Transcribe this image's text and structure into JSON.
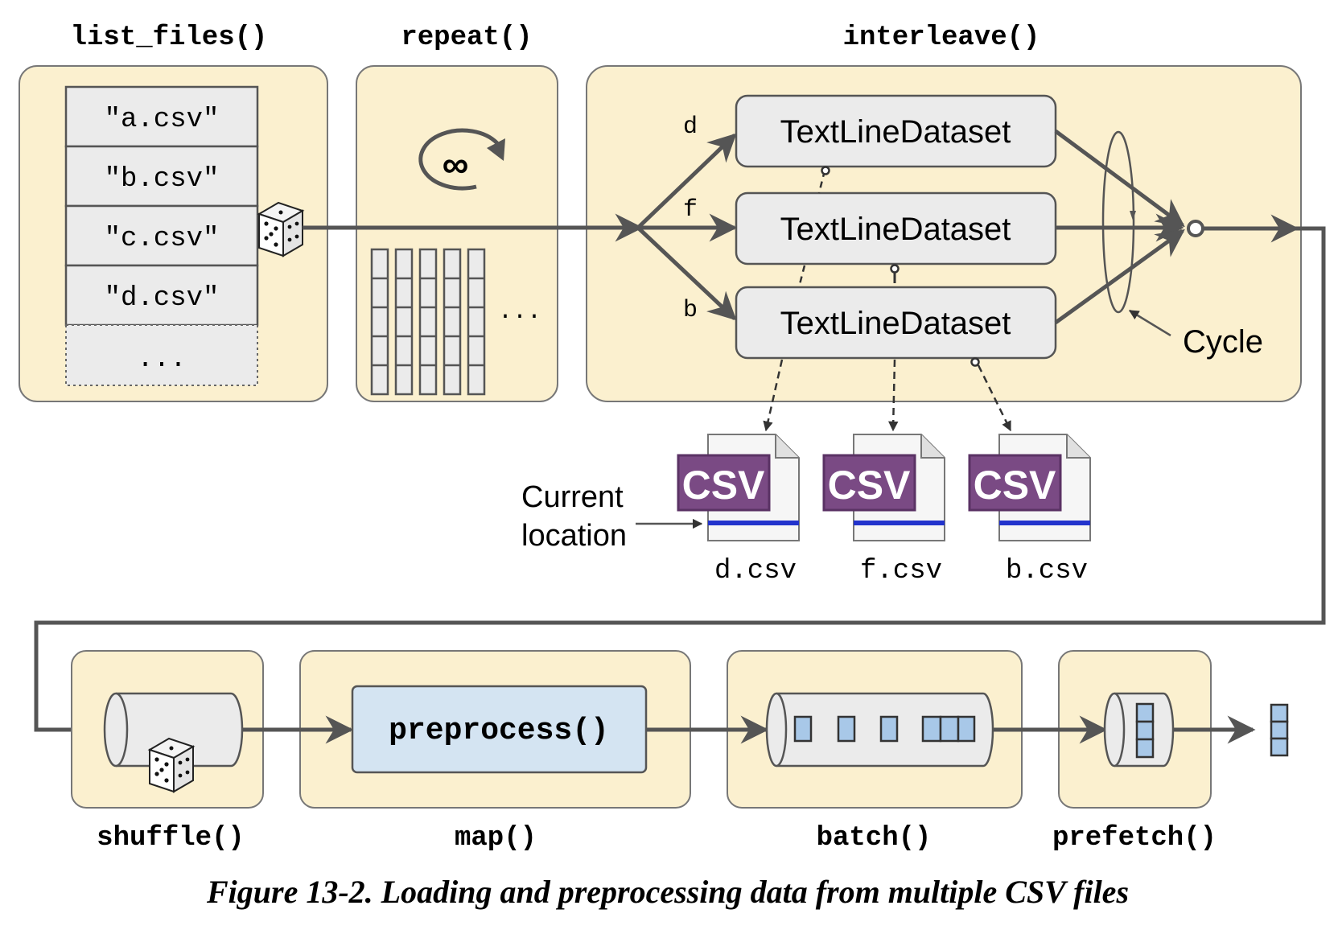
{
  "stages": {
    "list_files": "list_files()",
    "repeat": "repeat()",
    "interleave": "interleave()",
    "shuffle": "shuffle()",
    "map": "map()",
    "batch": "batch()",
    "prefetch": "prefetch()"
  },
  "file_list": [
    "\"a.csv\"",
    "\"b.csv\"",
    "\"c.csv\"",
    "\"d.csv\"",
    "..."
  ],
  "repeat_ellipsis": "...",
  "infinity_symbol": "∞",
  "branch_labels": [
    "d",
    "f",
    "b"
  ],
  "textline_label": "TextLineDataset",
  "cycle_label": "Cycle",
  "current_location": [
    "Current",
    "location"
  ],
  "csv_badge": "CSV",
  "csv_files": [
    "d.csv",
    "f.csv",
    "b.csv"
  ],
  "map_function": "preprocess()",
  "caption": "Figure 13-2. Loading and preprocessing data from multiple CSV files",
  "colors": {
    "panel": "#fbf0cf",
    "box": "#ebebeb",
    "line": "#555555",
    "csv_purple": "#7a4a84",
    "csv_bar": "#2233cc",
    "batch_blue": "#a8c8e8",
    "preprocess_bg": "#d4e4f2"
  },
  "icons": [
    "dice-icon",
    "cycle-arrow-icon",
    "csv-file-icon"
  ]
}
